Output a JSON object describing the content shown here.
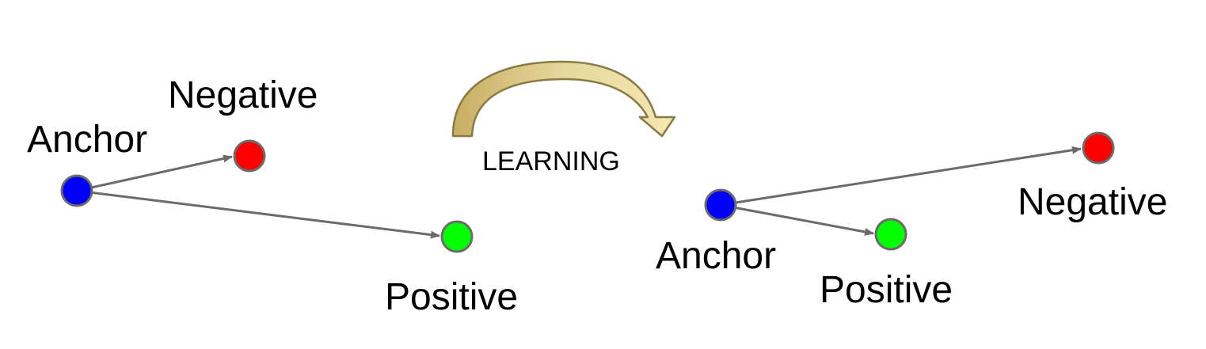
{
  "left": {
    "anchor_label": "Anchor",
    "negative_label": "Negative",
    "positive_label": "Positive"
  },
  "transition": {
    "label": "LEARNING"
  },
  "right": {
    "anchor_label": "Anchor",
    "negative_label": "Negative",
    "positive_label": "Positive"
  },
  "colors": {
    "anchor": "#0000ff",
    "negative": "#ff0000",
    "positive": "#00ff00",
    "arrow": "#6b6b6b",
    "node_stroke": "#6b6b6b",
    "curved_arrow_fill": "#d9c27c",
    "curved_arrow_stroke": "#8a7a45"
  }
}
